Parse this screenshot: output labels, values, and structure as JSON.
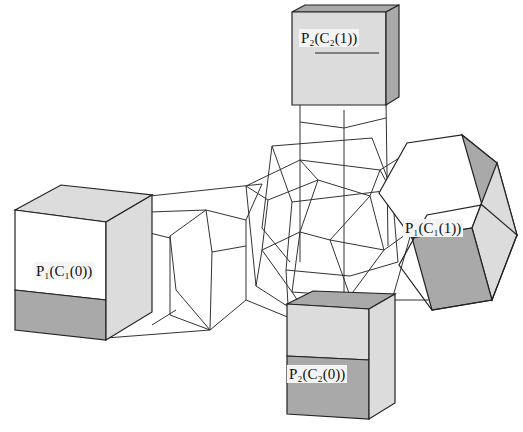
{
  "diagram": {
    "nodes": [
      {
        "text": [
          "P₂(C₂(1))"
        ]
      },
      {
        "text": [
          "P₁(C₁(1))"
        ]
      },
      {
        "text": [
          "P₁(C₁(0))"
        ]
      },
      {
        "text": [
          "P₂(C₂(0))"
        ]
      }
    ]
  }
}
